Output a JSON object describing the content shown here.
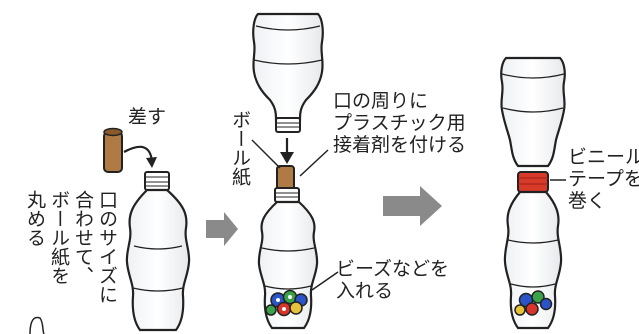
{
  "step1": {
    "label_insert": "差す",
    "instruction_lines": [
      "口のサイズに",
      "合わせて、",
      "ボール紙を",
      "丸める"
    ]
  },
  "step2": {
    "label_cardboard": "ボール紙",
    "glue_text": "口の周りに\nプラスチック用\n接着剤を付ける",
    "beads_text": "ビーズなどを\n入れる"
  },
  "step3": {
    "tape_text": "ビニール\nテープを\n巻く"
  },
  "colors": {
    "ink": "#222222",
    "arrow_gray": "#8a8a8a",
    "cardboard": "#b07a45",
    "tape_red": "#d83a2a",
    "bead_blue": "#2a54c8",
    "bead_green": "#3aa34a",
    "bead_red": "#d8342a",
    "bead_yellow": "#e8c23a"
  }
}
